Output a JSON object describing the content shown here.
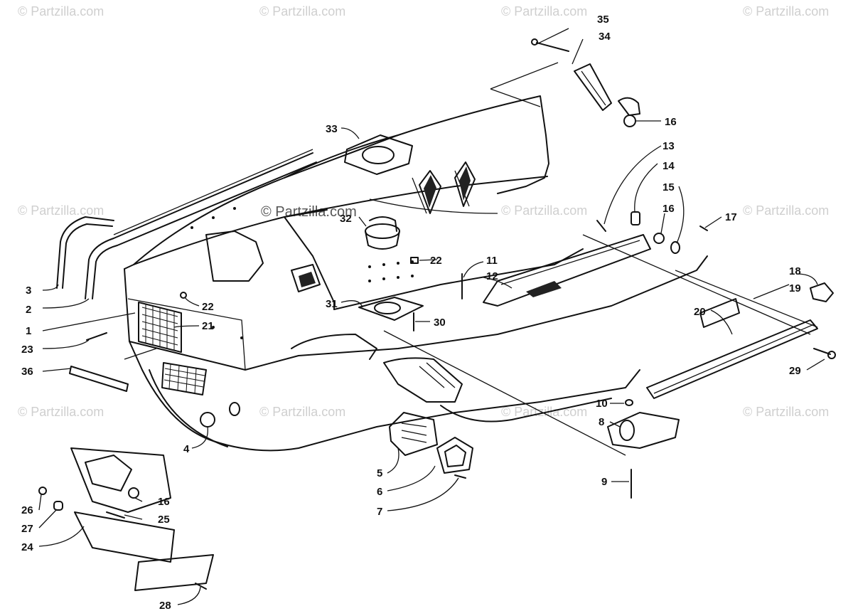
{
  "watermarks": {
    "brand": "© Partzilla.com"
  },
  "callouts": [
    {
      "id": "c35",
      "label": "35"
    },
    {
      "id": "c34",
      "label": "34"
    },
    {
      "id": "c16a",
      "label": "16"
    },
    {
      "id": "c33",
      "label": "33"
    },
    {
      "id": "c13",
      "label": "13"
    },
    {
      "id": "c14",
      "label": "14"
    },
    {
      "id": "c15",
      "label": "15"
    },
    {
      "id": "c16b",
      "label": "16"
    },
    {
      "id": "c17",
      "label": "17"
    },
    {
      "id": "c32",
      "label": "32"
    },
    {
      "id": "c22a",
      "label": "22"
    },
    {
      "id": "c11",
      "label": "11"
    },
    {
      "id": "c12",
      "label": "12"
    },
    {
      "id": "c18",
      "label": "18"
    },
    {
      "id": "c19",
      "label": "19"
    },
    {
      "id": "c3",
      "label": "3"
    },
    {
      "id": "c2",
      "label": "2"
    },
    {
      "id": "c22b",
      "label": "22"
    },
    {
      "id": "c21",
      "label": "21"
    },
    {
      "id": "c1",
      "label": "1"
    },
    {
      "id": "c23",
      "label": "23"
    },
    {
      "id": "c31",
      "label": "31"
    },
    {
      "id": "c30",
      "label": "30"
    },
    {
      "id": "c20",
      "label": "20"
    },
    {
      "id": "c36",
      "label": "36"
    },
    {
      "id": "c29",
      "label": "29"
    },
    {
      "id": "c10",
      "label": "10"
    },
    {
      "id": "c8",
      "label": "8"
    },
    {
      "id": "c4",
      "label": "4"
    },
    {
      "id": "c5",
      "label": "5"
    },
    {
      "id": "c6",
      "label": "6"
    },
    {
      "id": "c7",
      "label": "7"
    },
    {
      "id": "c9",
      "label": "9"
    },
    {
      "id": "c16c",
      "label": "16"
    },
    {
      "id": "c26",
      "label": "26"
    },
    {
      "id": "c25",
      "label": "25"
    },
    {
      "id": "c27",
      "label": "27"
    },
    {
      "id": "c24",
      "label": "24"
    },
    {
      "id": "c28",
      "label": "28"
    }
  ]
}
